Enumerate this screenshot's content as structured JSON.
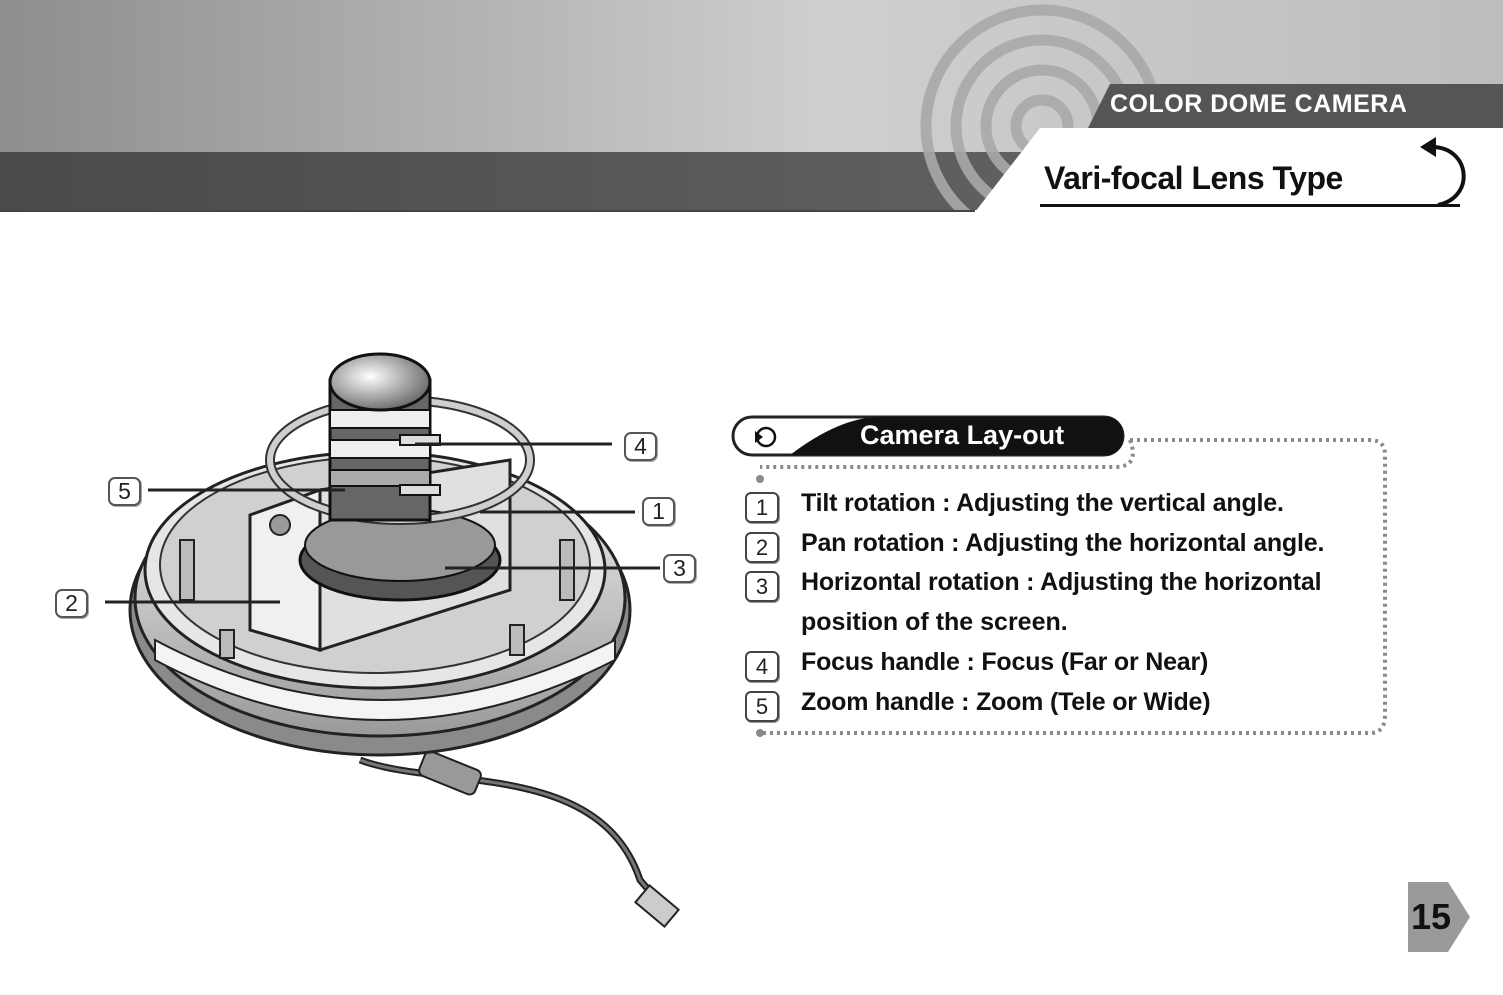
{
  "header": {
    "brand": "COLOR DOME CAMERA",
    "title": "Vari-focal Lens Type",
    "return_icon": "return-arrow-icon"
  },
  "section": {
    "label": "Camera Lay-out",
    "icon": "play-rotate-icon"
  },
  "callouts": [
    "1",
    "2",
    "3",
    "4",
    "5"
  ],
  "features": [
    {
      "num": "1",
      "text": "Tilt rotation : Adjusting the vertical angle."
    },
    {
      "num": "2",
      "text": "Pan rotation : Adjusting the horizontal angle."
    },
    {
      "num": "3",
      "text": "Horizontal rotation : Adjusting the horizontal",
      "continuation": "position of the screen."
    },
    {
      "num": "4",
      "text": "Focus handle : Focus (Far or Near)"
    },
    {
      "num": "5",
      "text": "Zoom handle : Zoom (Tele or Wide)"
    }
  ],
  "page_number": "15",
  "colors": {
    "header_dark": "#555555",
    "header_light": "#d9d9d9",
    "ink": "#111111",
    "dotted": "#8a8a8a"
  }
}
